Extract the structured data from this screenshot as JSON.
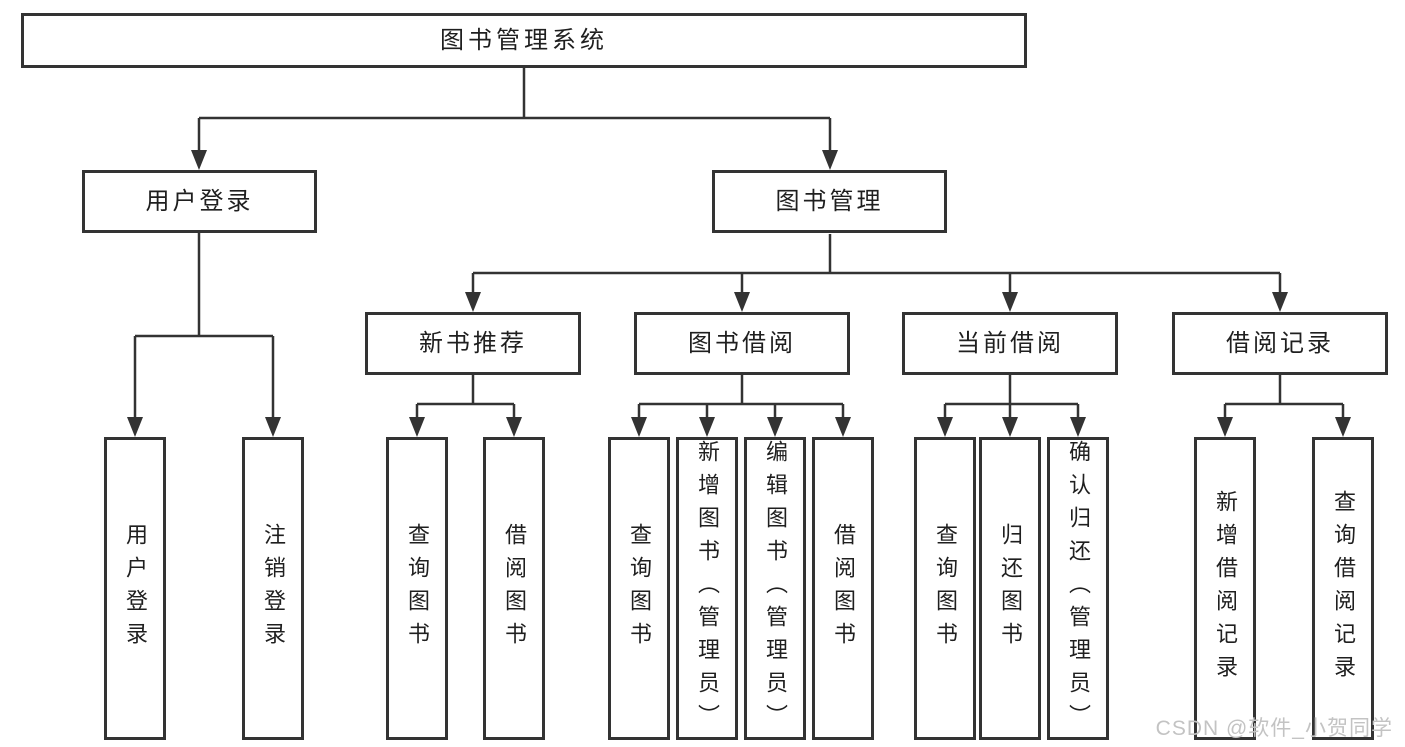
{
  "diagram": {
    "root": {
      "label": "图书管理系统"
    },
    "level2": [
      {
        "label": "用户登录"
      },
      {
        "label": "图书管理"
      }
    ],
    "level3": [
      {
        "label": "新书推荐"
      },
      {
        "label": "图书借阅"
      },
      {
        "label": "当前借阅"
      },
      {
        "label": "借阅记录"
      }
    ],
    "leaves": [
      {
        "label": "用户登录"
      },
      {
        "label": "注销登录"
      },
      {
        "label": "查询图书"
      },
      {
        "label": "借阅图书"
      },
      {
        "label": "查询图书"
      },
      {
        "label": "新增图书（管理员）"
      },
      {
        "label": "编辑图书（管理员）"
      },
      {
        "label": "借阅图书"
      },
      {
        "label": "查询图书"
      },
      {
        "label": "归还图书"
      },
      {
        "label": "确认归还（管理员）"
      },
      {
        "label": "新增借阅记录"
      },
      {
        "label": "查询借阅记录"
      }
    ]
  },
  "watermark": {
    "text": "CSDN @软件_小贺同学"
  },
  "colors": {
    "line": "#333333",
    "border": "#333333",
    "boxFill": "#ffffff",
    "text": "#1f1f1f",
    "background": "#ffffff",
    "watermark": "#c3c3c3"
  }
}
